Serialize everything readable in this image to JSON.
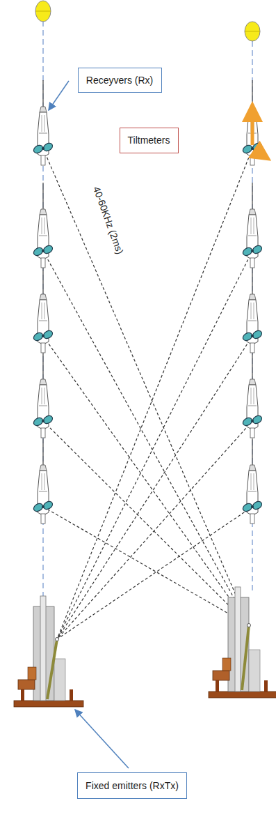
{
  "diagram": {
    "nodes": [
      {
        "text": [
          "Receyvers (Rx)"
        ]
      },
      {
        "text": [
          "Tiltmeters"
        ]
      },
      {
        "text": [
          "Fixed emitters (RxTx)"
        ]
      }
    ],
    "labels": [
      "40-60KHz (2ms)"
    ]
  }
}
